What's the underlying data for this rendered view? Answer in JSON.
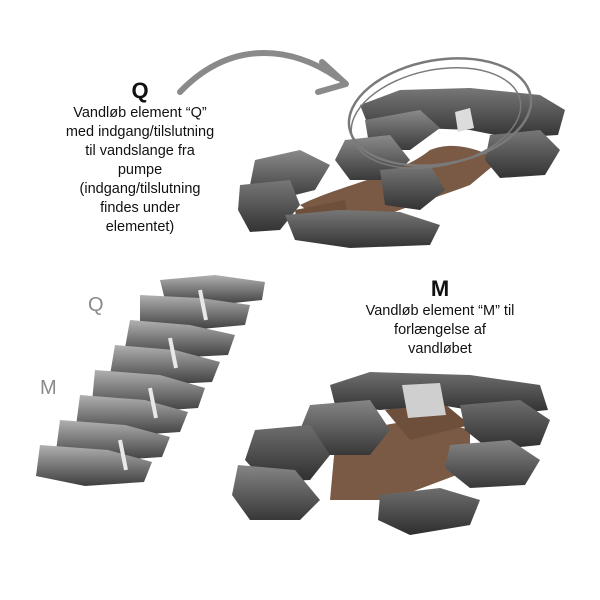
{
  "q_block": {
    "letter": "Q",
    "description": "Vandløb element “Q”\nmed indgang/tilslutning\ntil vandslange fra\npumpe\n(indgang/tilslutning\nfindes under\nelementet)"
  },
  "m_block": {
    "letter": "M",
    "description": "Vandløb element “M” til\nforlængelse af\nvandløbet"
  },
  "cascade_labels": {
    "q": "Q",
    "m": "M"
  },
  "colors": {
    "rock_dark": "#3e3e3e",
    "rock_mid": "#5a5a5a",
    "rock_light": "#8c8c8c",
    "water_bed": "#7a5a45",
    "arrow": "#8a8a8a",
    "ring": "#7a7a7a"
  }
}
